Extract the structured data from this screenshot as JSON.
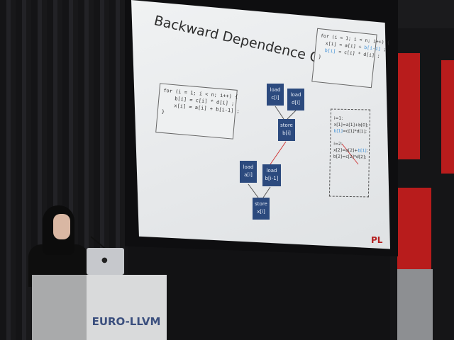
{
  "slide": {
    "title": "Backward Dependence Only",
    "code_left": [
      "for (i = 1; i < n; i++) {",
      "    b[i] = c[i] * d[i] ;",
      "    x[i] = a[i] + b[i-1] ;",
      "}"
    ],
    "code_right": {
      "l1": "for (i = 1; i < n; i++) {",
      "l2a": "  x[i] = a[i] + ",
      "l2b": "b[i-1]",
      "l2c": " ;",
      "l3a": "  b[i]",
      "l3b": " = c[i] * d[i] ;",
      "l4": "}"
    },
    "nodes": [
      {
        "op": "load",
        "var": "c[i]"
      },
      {
        "op": "load",
        "var": "d[i]"
      },
      {
        "op": "store",
        "var": "b[i]"
      },
      {
        "op": "load",
        "var": "a[i]"
      },
      {
        "op": "load",
        "var": "b[i-1]"
      },
      {
        "op": "store",
        "var": "x[i]"
      }
    ],
    "trace": {
      "i1": "i=1:",
      "i1a": "x[1]=a[1]+b[0];",
      "i1b_blue": "b[1]",
      "i1b": "=c[1]*d[1];",
      "i2": "i=2:",
      "i2a": "x[2]=a[2]+",
      "i2a_blue": "b[1]",
      "i2a_end": ";",
      "i2b": "b[2]=c[2]*d[2];"
    },
    "logo": "PL"
  },
  "podium": {
    "logo": "EURO-LLVM"
  },
  "colors": {
    "node": "#2c4a7e",
    "dependence_edge": "#d03a3a",
    "highlight": "#3d8fd6"
  }
}
